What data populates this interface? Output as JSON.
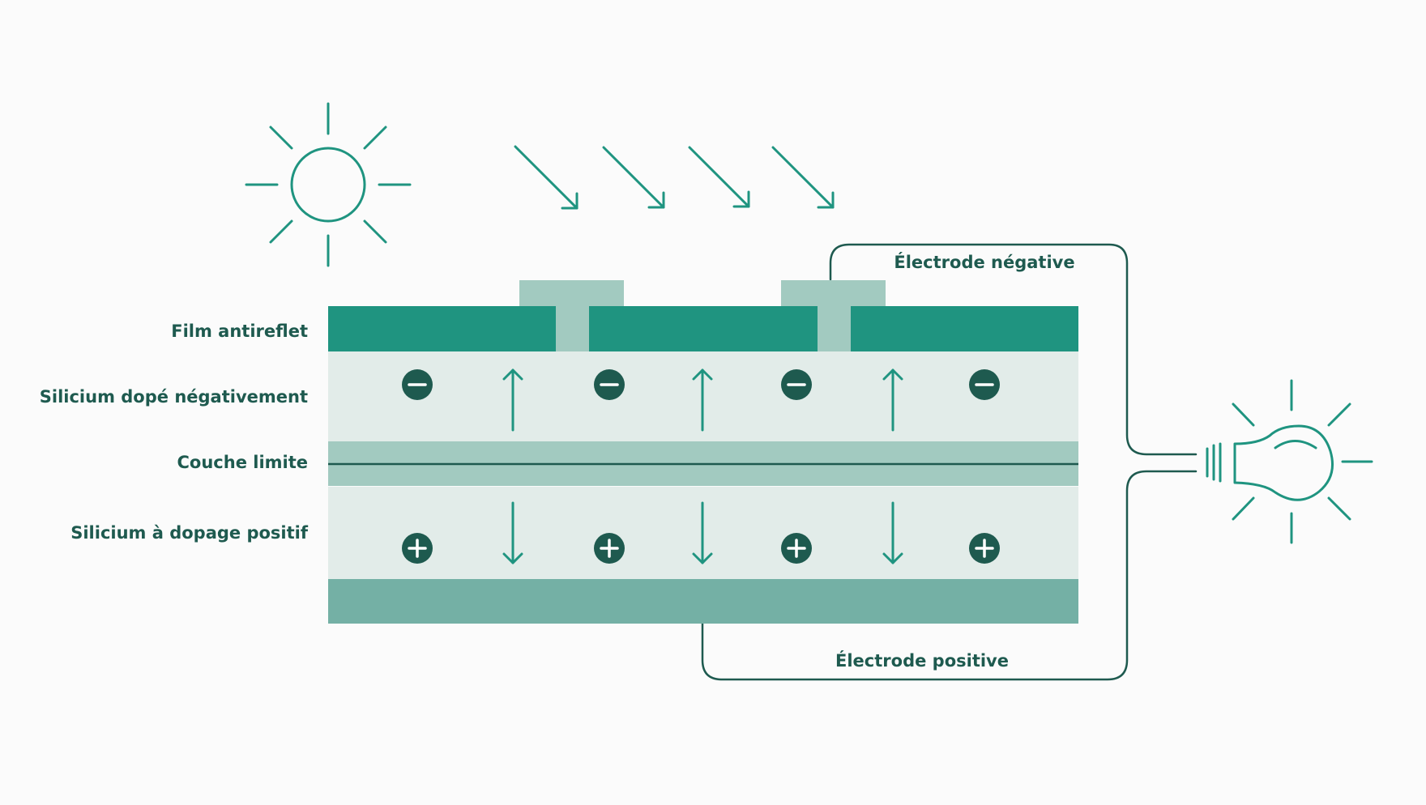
{
  "labels": {
    "antireflet": "Film antireflet",
    "n_silicon": "Silicium dopé négativement",
    "boundary": "Couche limite",
    "p_silicon": "Silicium à dopage positif",
    "negative_electrode": "Électrode négative",
    "positive_electrode": "Électrode positive"
  },
  "charges": {
    "negative_symbol": "−",
    "positive_symbol": "+",
    "negative_count": 4,
    "positive_count": 4
  },
  "icons": {
    "light_source": "sun-icon",
    "light_rays": "sunlight-arrow-icon",
    "load": "light-bulb-icon",
    "negative_charge": "minus-charge-icon",
    "positive_charge": "plus-charge-icon",
    "electron_flow_up": "arrow-up-icon",
    "hole_flow_down": "arrow-down-icon"
  },
  "colors": {
    "background": "#fbfbfb",
    "accent": "#1f9480",
    "antireflet_layer": "#1f9480",
    "n_layer": "#e2ece9",
    "boundary_layer": "#a2cac0",
    "p_layer": "#e2ece9",
    "bottom_electrode": "#74b0a5",
    "contact": "#a2cac0",
    "wire": "#1e5a4f",
    "charge_fill": "#1e5a4f",
    "text": "#1e5a4f"
  }
}
